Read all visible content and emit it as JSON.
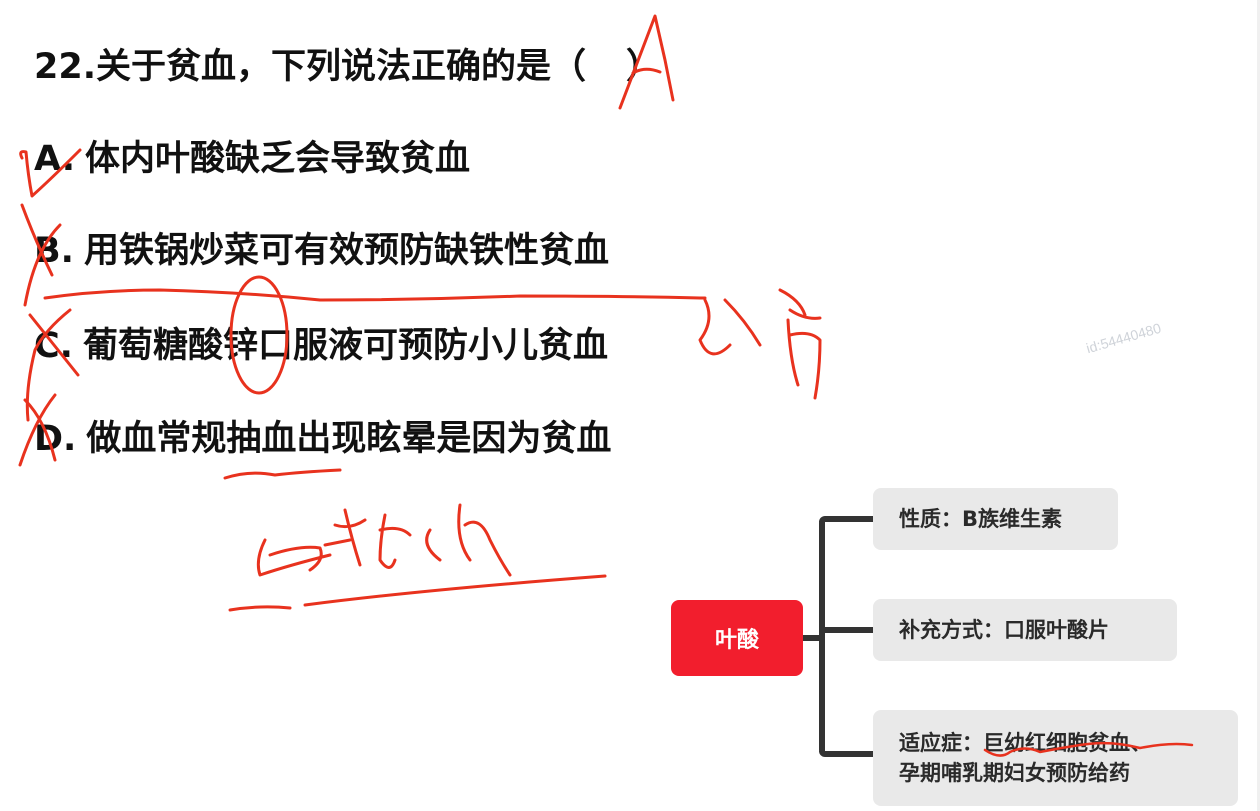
{
  "question": {
    "number": "22.",
    "stem": "关于贫血，下列说法正确的是（",
    "close": "）",
    "handwritten_answer": "A"
  },
  "options": [
    {
      "letter": "A.",
      "text": "体内叶酸缺乏会导致贫血",
      "mark": "check"
    },
    {
      "letter": "B.",
      "text": "用铁锅炒菜可有效预防缺铁性贫血",
      "mark": "cross"
    },
    {
      "letter": "C.",
      "text": "葡萄糖酸锌口服液可预防小儿贫血",
      "mark": "cross"
    },
    {
      "letter": "D.",
      "text": "做血常规抽血出现眩晕是因为贫血",
      "mark": "cross"
    }
  ],
  "handwritten_notes": {
    "option_c_note": "发育",
    "option_d_note": "低血糖",
    "ink_color": "#e8321e"
  },
  "watermark": "id:54440480",
  "mind_map": {
    "root": {
      "label": "叶酸",
      "color": "#f21e2d"
    },
    "branches": [
      {
        "label": "性质：B族维生素"
      },
      {
        "label": "补充方式：口服叶酸片"
      },
      {
        "label_line1": "适应症：巨幼红细胞贫血、",
        "label_line2": "孕期哺乳期妇女预防给药"
      }
    ],
    "branch_color": "#e9e9e9",
    "connector_color": "#333333"
  }
}
